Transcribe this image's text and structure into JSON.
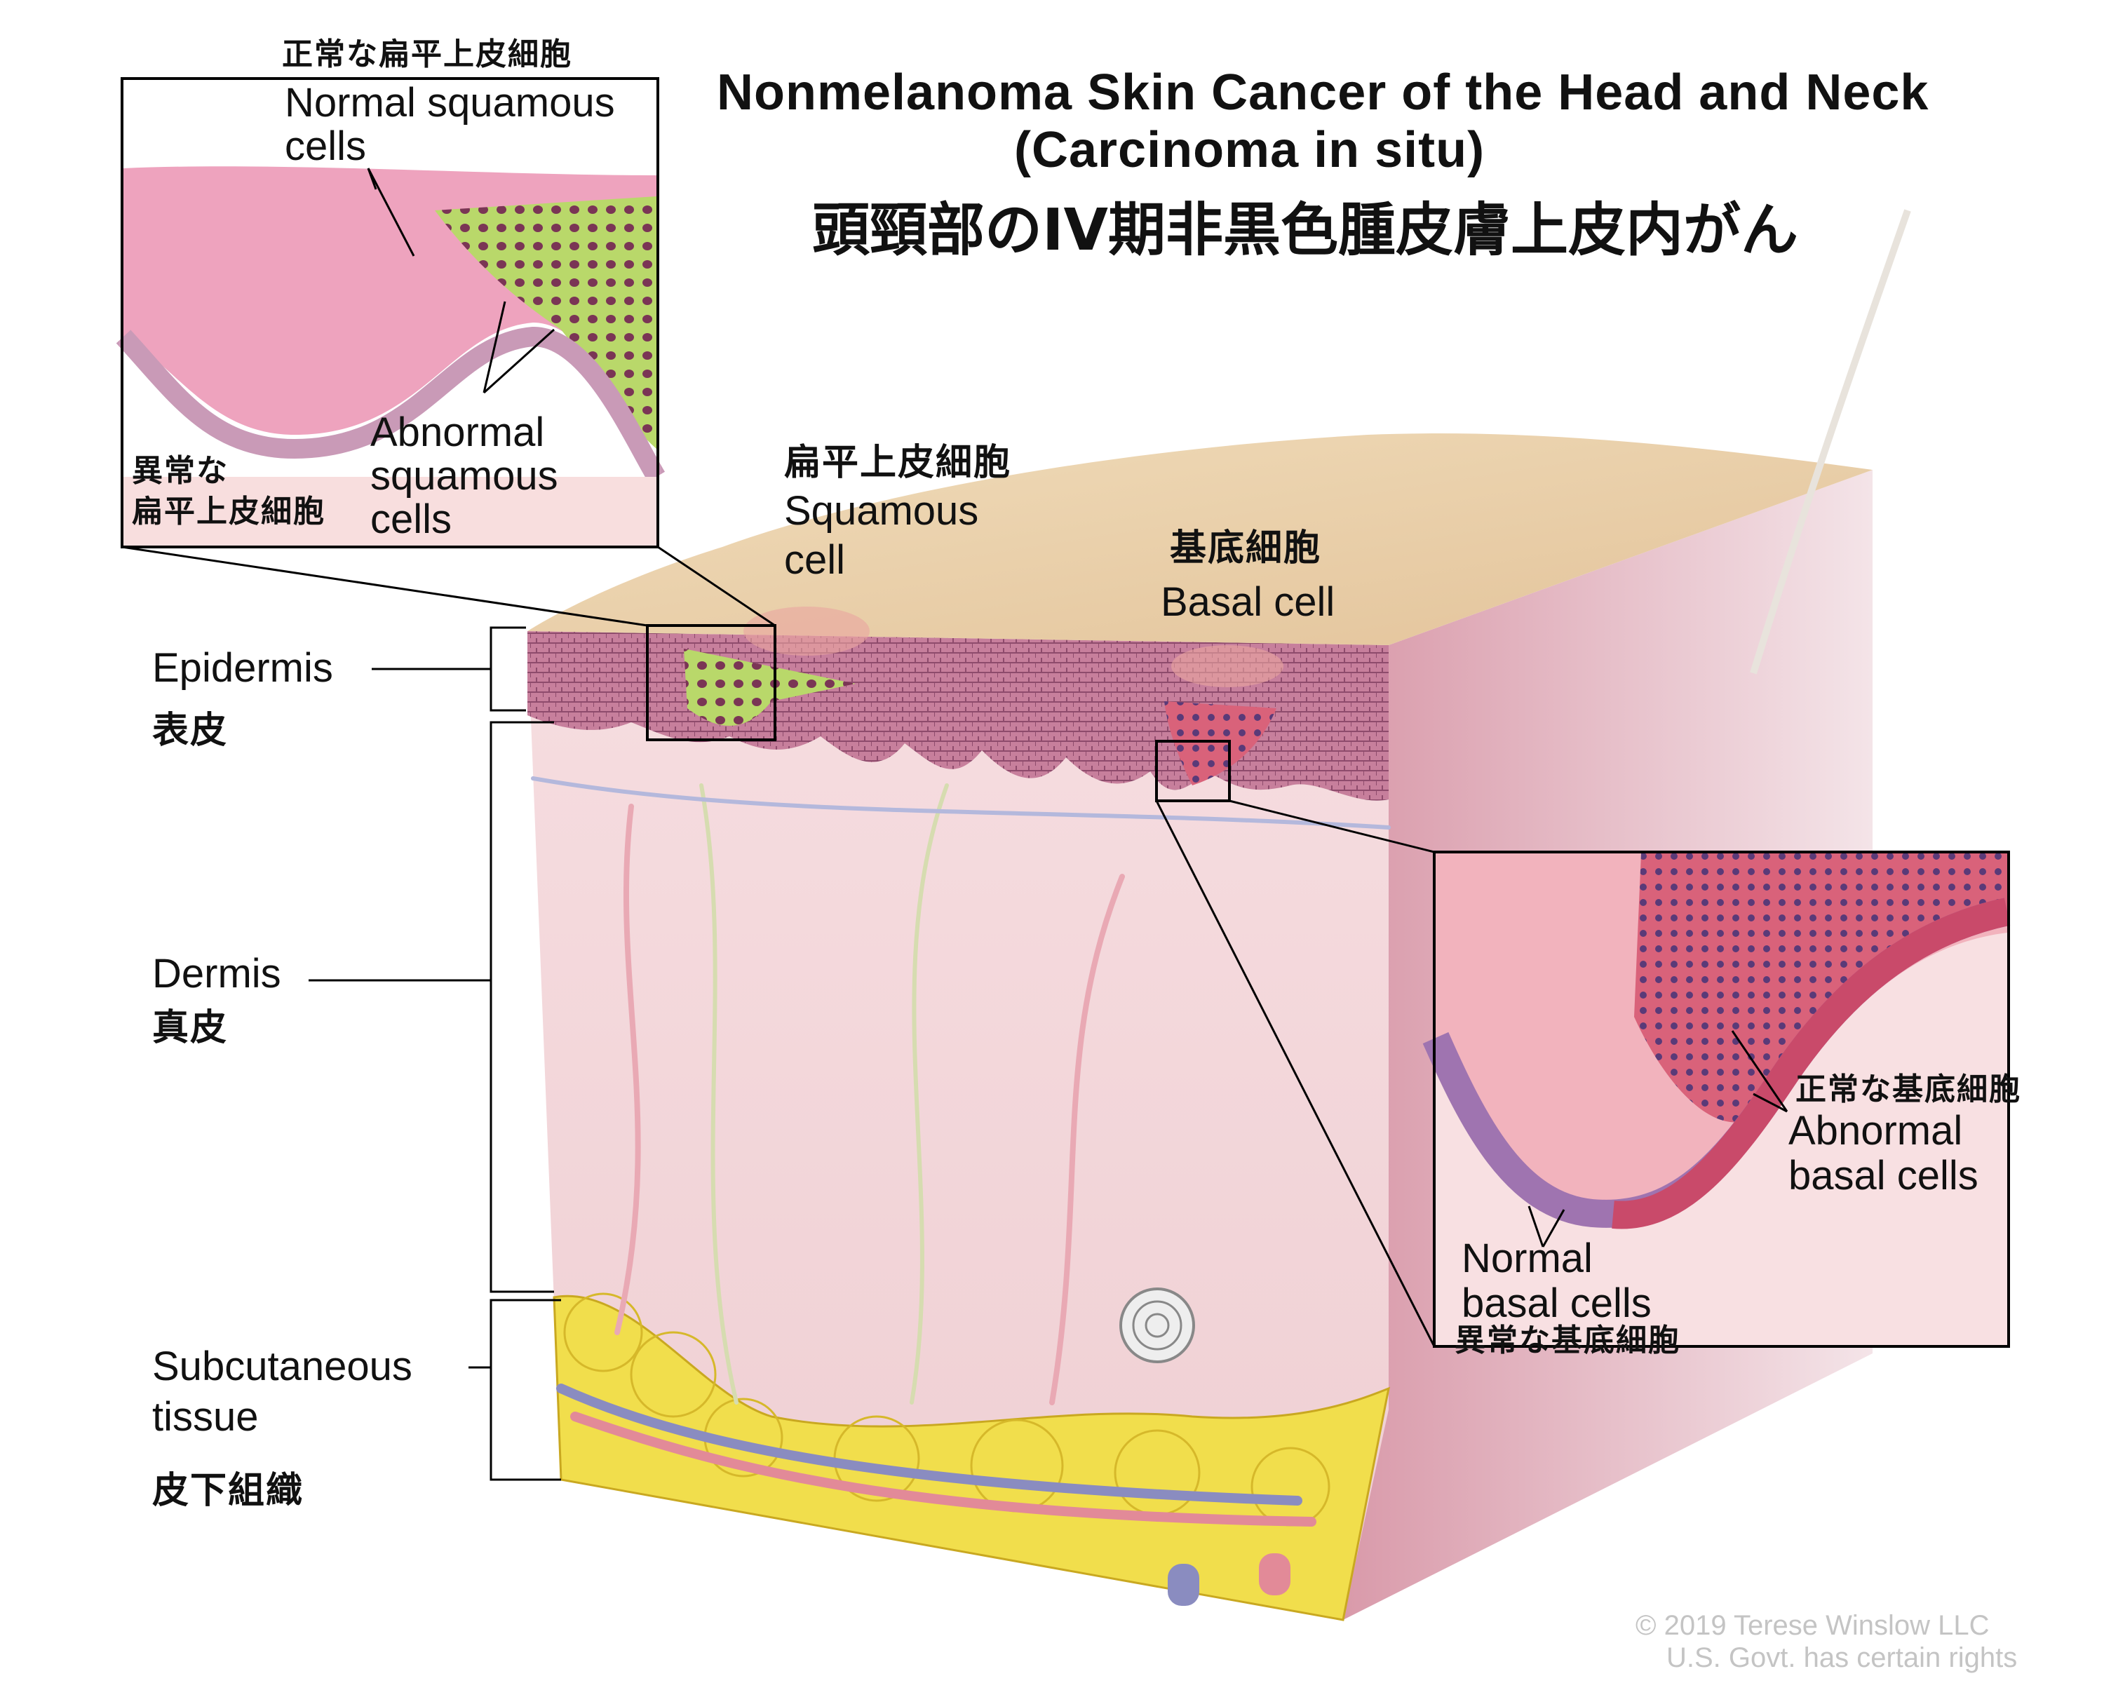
{
  "title": {
    "line1": "Nonmelanoma Skin Cancer of the Head and Neck",
    "line2": "(Carcinoma in situ)",
    "japanese": "頭頸部のIV期非黒色腫皮膚上皮内がん"
  },
  "inset_squamous": {
    "normal_jp": "正常な扁平上皮細胞",
    "normal_en_1": "Normal squamous",
    "normal_en_2": "cells",
    "abnormal_en_1": "Abnormal",
    "abnormal_en_2": "squamous",
    "abnormal_en_3": "cells",
    "abnormal_jp_1": "異常な",
    "abnormal_jp_2": "扁平上皮細胞"
  },
  "cube_labels": {
    "squamous_jp": "扁平上皮細胞",
    "squamous_en_1": "Squamous",
    "squamous_en_2": "cell",
    "basal_jp": "基底細胞",
    "basal_en": "Basal cell"
  },
  "layers": {
    "epidermis_en": "Epidermis",
    "epidermis_jp": "表皮",
    "dermis_en": "Dermis",
    "dermis_jp": "真皮",
    "subcutaneous_en_1": "Subcutaneous",
    "subcutaneous_en_2": "tissue",
    "subcutaneous_jp": "皮下組織"
  },
  "inset_basal": {
    "abnormal_jp": "正常な基底細胞",
    "abnormal_en_1": "Abnormal",
    "abnormal_en_2": "basal cells",
    "normal_en_1": "Normal",
    "normal_en_2": "basal cells",
    "normal_jp": "異常な基底細胞"
  },
  "copyright": {
    "line1": "© 2019 Terese Winslow LLC",
    "line2": "U.S. Govt. has certain rights"
  },
  "colors": {
    "skin_top": "#e9cfa8",
    "epidermis": "#b9708f",
    "dermis": "#f3d5d8",
    "fat": "#f2e04a",
    "abnormal_squamous": "#c6e06a",
    "abnormal_basal": "#e8737f"
  }
}
